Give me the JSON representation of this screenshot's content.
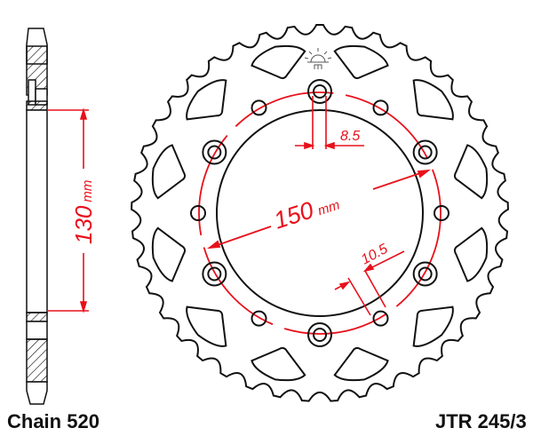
{
  "diagram": {
    "chain_label": "Chain 520",
    "part_number": "JTR 245/3",
    "dimensions": {
      "side_height_value": "130",
      "side_height_unit": "mm",
      "pcd_value": "150",
      "pcd_unit": "mm",
      "center_hole": "8.5",
      "bolt_hole": "10.5"
    },
    "colors": {
      "outline": "#111111",
      "dimension": "#e8101a"
    }
  }
}
